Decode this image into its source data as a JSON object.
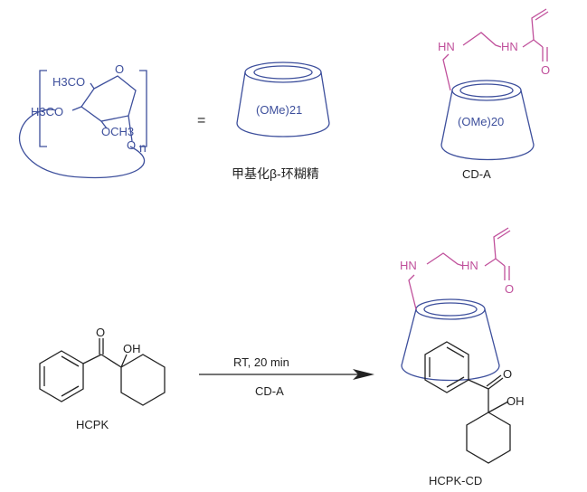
{
  "monomer": {
    "methoxy_top": "H3CO",
    "methoxy_left": "H3CO",
    "ring_oxygen": "O",
    "methoxy_right": "OCH3",
    "glycosidic_oxygen": "O",
    "repeat_n": "n"
  },
  "equals_sign": "=",
  "cd_cone_methyl": {
    "label": "(OMe)21",
    "caption": "甲基化β-环糊精"
  },
  "cd_a": {
    "hn_left": "HN",
    "hn_right": "HN",
    "carbonyl_o": "O",
    "cone_label": "(OMe)20",
    "caption": "CD-A"
  },
  "hcpk": {
    "carbonyl_o": "O",
    "hydroxyl": "OH",
    "caption": "HCPK"
  },
  "reaction": {
    "condition_top": "RT, 20 min",
    "condition_bottom": "CD-A"
  },
  "product": {
    "hn_left": "HN",
    "hn_right": "HN",
    "carbonyl_o_acryl": "O",
    "carbonyl_o": "O",
    "hydroxyl": "OH",
    "caption": "HCPK-CD"
  },
  "colors": {
    "cyclodextrin": "#3d4f9c",
    "linker": "#c0509b",
    "hcpk": "#222222"
  }
}
